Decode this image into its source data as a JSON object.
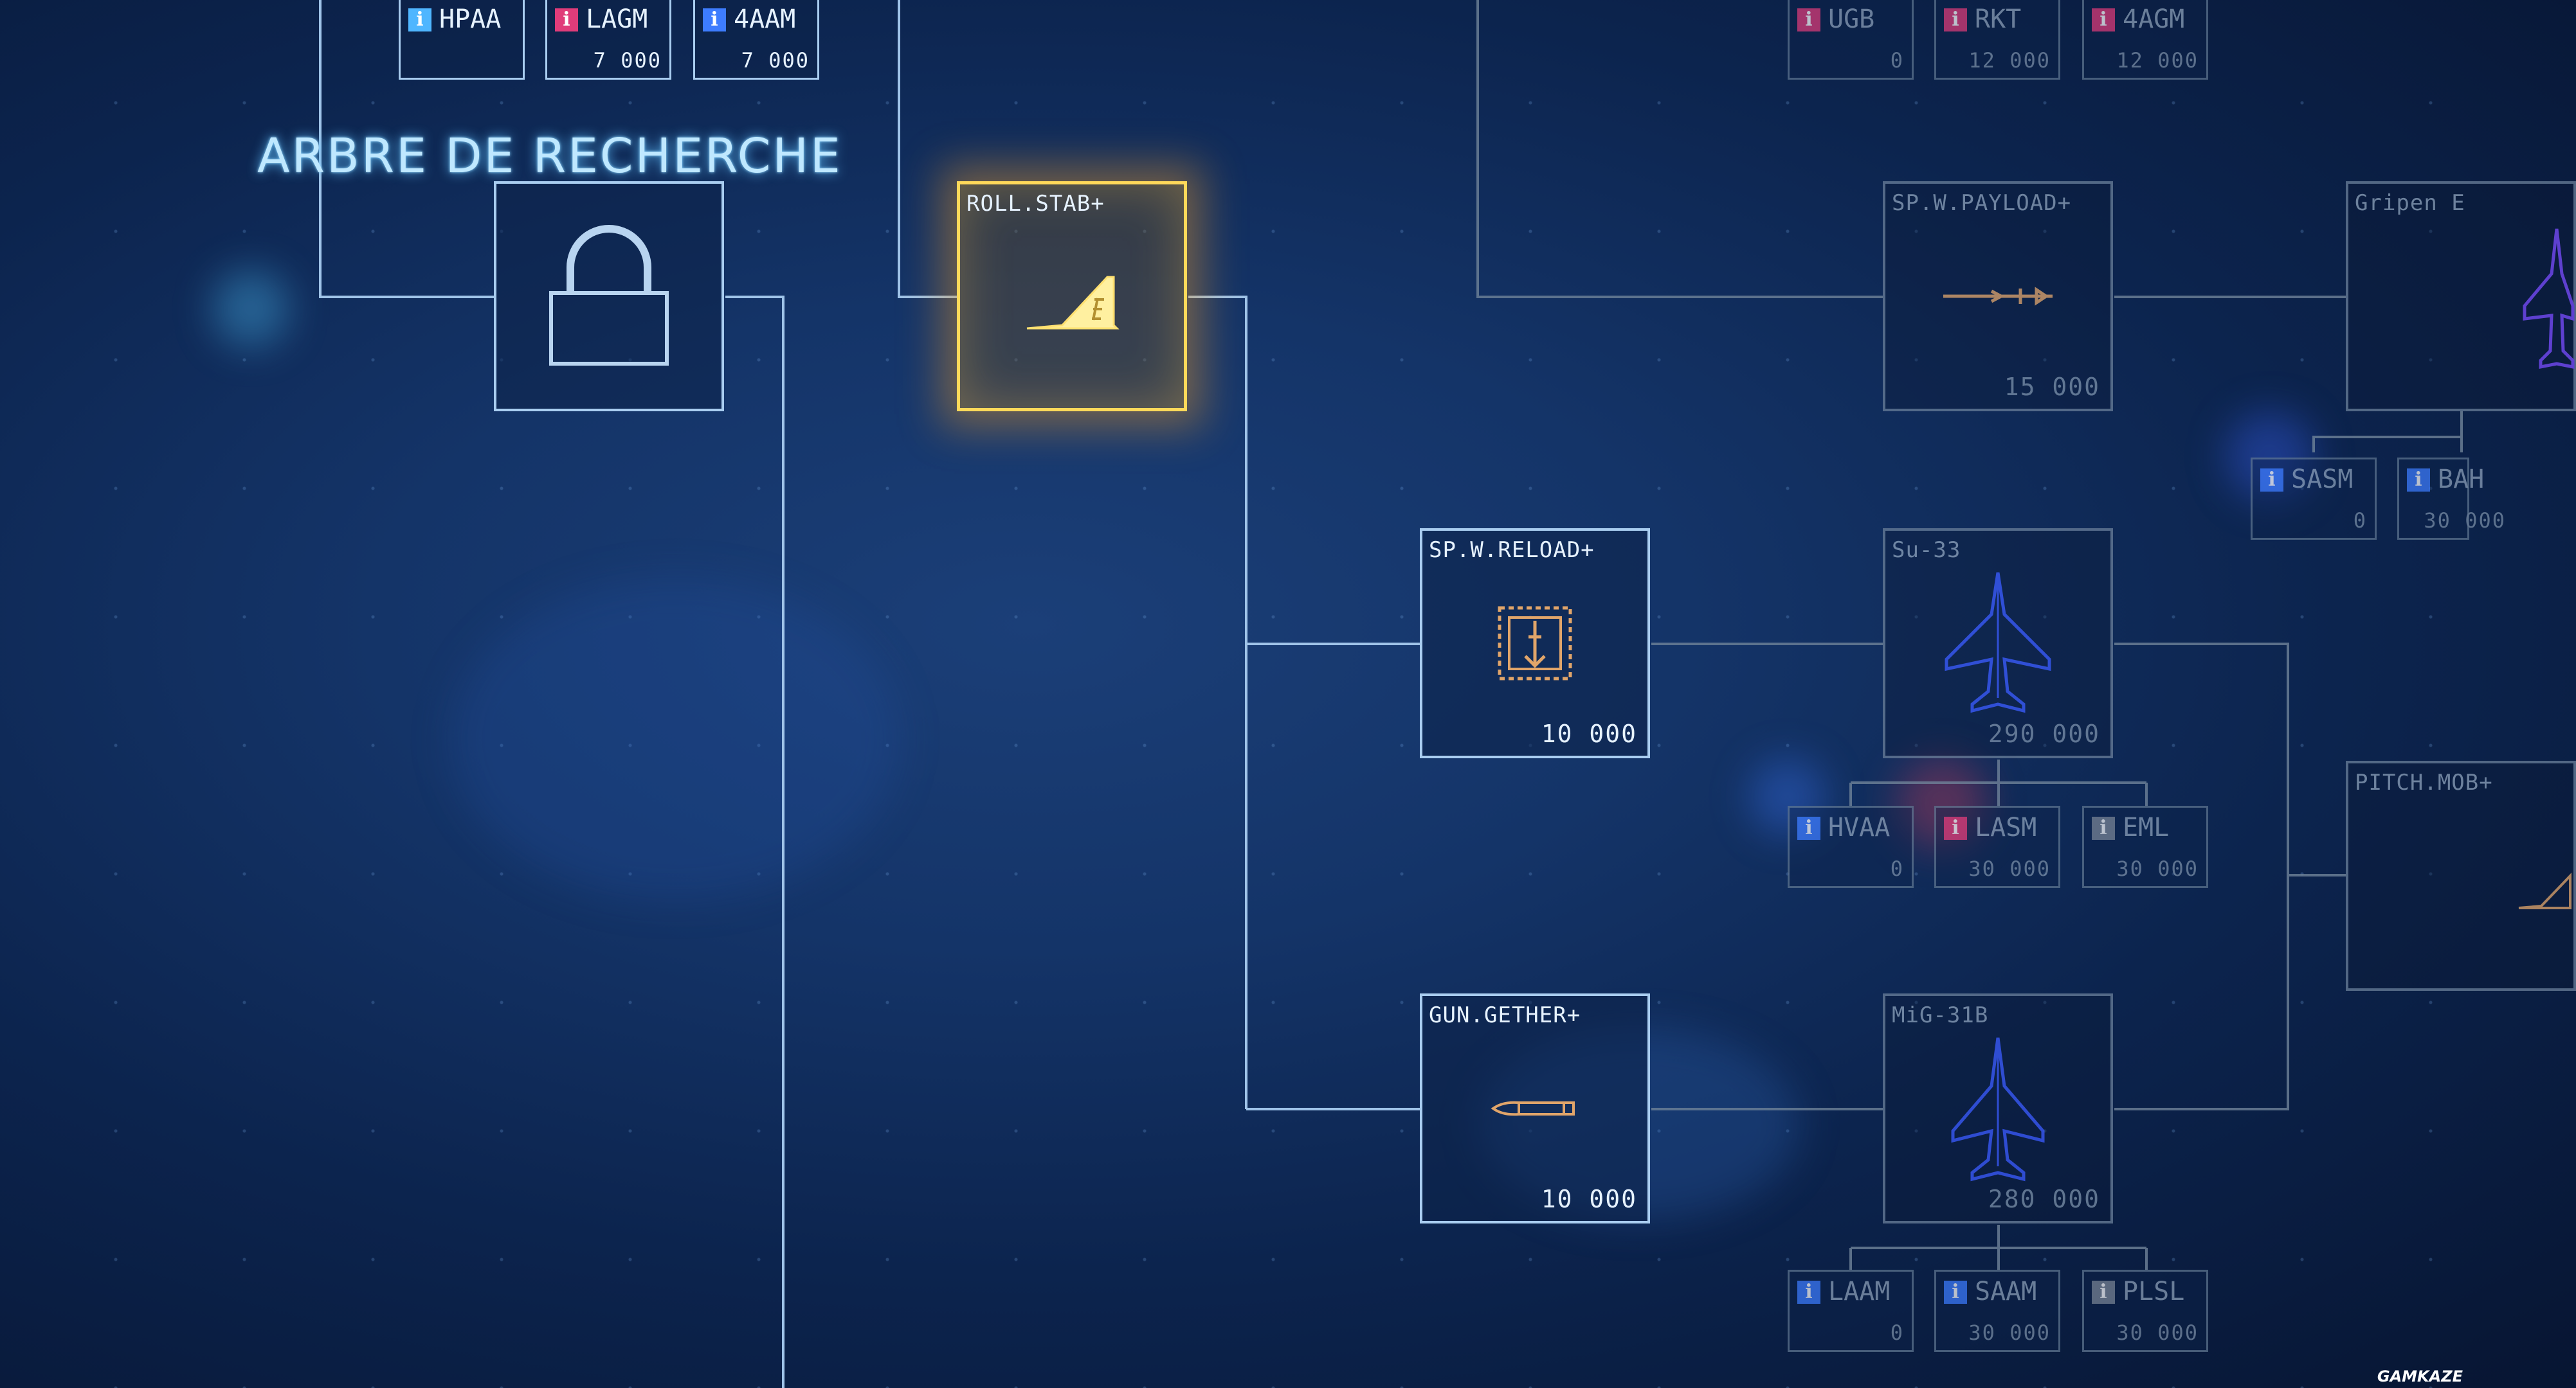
{
  "title": "ARBRE DE RECHERCHE",
  "watermark": "GAMKAZE",
  "colors": {
    "node_border": "#a9cdf0",
    "selected": "#ffd95a",
    "aircraft_blue": "#3b5bff",
    "tag_cyan": "#4fb6ff",
    "tag_magenta": "#e03c7a",
    "tag_blue": "#3d7cff",
    "tag_gray": "#7a8696"
  },
  "nodes": {
    "locked": {
      "icon": "lock-icon"
    },
    "roll_stab": {
      "label": "ROLL.STAB+",
      "icon": "tail-fin-icon"
    },
    "sp_w_reload": {
      "label": "SP.W.RELOAD+",
      "cost": "10 000",
      "icon": "missile-rack-icon"
    },
    "gun_gether": {
      "label": "GUN.GETHER+",
      "cost": "10 000",
      "icon": "bullet-icon"
    },
    "sp_w_payload": {
      "label": "SP.W.PAYLOAD+",
      "cost": "15 000",
      "icon": "missile-icon"
    },
    "su33": {
      "label": "Su-33",
      "cost": "290 000",
      "icon": "jet-icon"
    },
    "mig31b": {
      "label": "MiG-31B",
      "cost": "280 000",
      "icon": "jet-icon"
    },
    "gripen": {
      "label": "Gripen E",
      "icon": "jet-icon"
    },
    "pitch_mob": {
      "label": "PITCH.MOB+",
      "icon": "tail-fin-icon"
    }
  },
  "weapons": {
    "hpaa": {
      "name": "HPAA",
      "tag": "i"
    },
    "lagm": {
      "name": "LAGM",
      "cost": "7 000",
      "tag": "i"
    },
    "aam4": {
      "name": "4AAM",
      "cost": "7 000",
      "tag": "i"
    },
    "ugb": {
      "name": "UGB",
      "cost": "0",
      "tag": "i"
    },
    "rkt": {
      "name": "RKT",
      "cost": "12 000",
      "tag": "i"
    },
    "agm4": {
      "name": "4AGM",
      "cost": "12 000",
      "tag": "i"
    },
    "sasm": {
      "name": "SASM",
      "cost": "0",
      "tag": "i"
    },
    "bah": {
      "name": "BAH",
      "cost": "30 000",
      "tag": "i"
    },
    "hvaa": {
      "name": "HVAA",
      "cost": "0",
      "tag": "i"
    },
    "lasm": {
      "name": "LASM",
      "cost": "30 000",
      "tag": "i"
    },
    "eml": {
      "name": "EML",
      "cost": "30 000",
      "tag": "i"
    },
    "laam": {
      "name": "LAAM",
      "cost": "0",
      "tag": "i"
    },
    "saam": {
      "name": "SAAM",
      "cost": "30 000",
      "tag": "i"
    },
    "psl": {
      "name": "PLSL",
      "cost": "30 000",
      "tag": "i"
    }
  }
}
